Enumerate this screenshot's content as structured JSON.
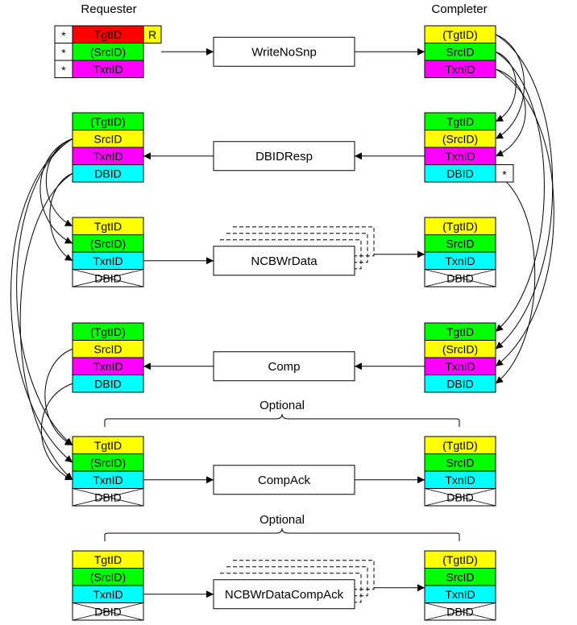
{
  "headers": {
    "requester": "Requester",
    "completer": "Completer"
  },
  "colors": {
    "red": "#ff0000",
    "green": "#00ff00",
    "yellow": "#ffff00",
    "magenta": "#ff00ff",
    "cyan": "#00ffff",
    "white": "#ffffff"
  },
  "markers": {
    "star": "*",
    "r": "R"
  },
  "optional_label": "Optional",
  "rows": [
    {
      "message": "WriteNoSnp",
      "direction": "to-completer",
      "multi": false,
      "requester": [
        {
          "label": "TgtID",
          "color": "red"
        },
        {
          "label": "(SrcID)",
          "color": "green"
        },
        {
          "label": "TxnID",
          "color": "magenta"
        }
      ],
      "requester_stars": [
        0,
        1,
        2
      ],
      "requester_r": true,
      "completer": [
        {
          "label": "(TgtID)",
          "color": "yellow"
        },
        {
          "label": "SrcID",
          "color": "green"
        },
        {
          "label": "TxnID",
          "color": "magenta"
        }
      ]
    },
    {
      "message": "DBIDResp",
      "direction": "to-requester",
      "multi": false,
      "requester": [
        {
          "label": "(TgtID)",
          "color": "green"
        },
        {
          "label": "SrcID",
          "color": "yellow"
        },
        {
          "label": "TxnID",
          "color": "magenta"
        },
        {
          "label": "DBID",
          "color": "cyan"
        }
      ],
      "completer": [
        {
          "label": "TgtID",
          "color": "green"
        },
        {
          "label": "(SrcID)",
          "color": "yellow"
        },
        {
          "label": "TxnID",
          "color": "magenta"
        },
        {
          "label": "DBID",
          "color": "cyan"
        }
      ],
      "completer_star_on_field": 3
    },
    {
      "message": "NCBWrData",
      "direction": "to-completer",
      "multi": true,
      "requester": [
        {
          "label": "TgtID",
          "color": "yellow"
        },
        {
          "label": "(SrcID)",
          "color": "green"
        },
        {
          "label": "TxnID",
          "color": "cyan"
        },
        {
          "label": "DBID",
          "color": "white",
          "crossed": true
        }
      ],
      "completer": [
        {
          "label": "(TgtID)",
          "color": "yellow"
        },
        {
          "label": "SrcID",
          "color": "green"
        },
        {
          "label": "TxnID",
          "color": "cyan"
        },
        {
          "label": "DBID",
          "color": "white",
          "crossed": true
        }
      ]
    },
    {
      "message": "Comp",
      "direction": "to-requester",
      "multi": false,
      "requester": [
        {
          "label": "(TgtID)",
          "color": "green"
        },
        {
          "label": "SrcID",
          "color": "yellow"
        },
        {
          "label": "TxnID",
          "color": "magenta"
        },
        {
          "label": "DBID",
          "color": "cyan"
        }
      ],
      "completer": [
        {
          "label": "TgtID",
          "color": "green"
        },
        {
          "label": "(SrcID)",
          "color": "yellow"
        },
        {
          "label": "TxnID",
          "color": "magenta"
        },
        {
          "label": "DBID",
          "color": "cyan"
        }
      ]
    },
    {
      "message": "CompAck",
      "direction": "to-completer",
      "multi": false,
      "optional": true,
      "requester": [
        {
          "label": "TgtID",
          "color": "yellow"
        },
        {
          "label": "(SrcID)",
          "color": "green"
        },
        {
          "label": "TxnID",
          "color": "cyan"
        },
        {
          "label": "DBID",
          "color": "white",
          "crossed": true
        }
      ],
      "completer": [
        {
          "label": "(TgtID)",
          "color": "yellow"
        },
        {
          "label": "SrcID",
          "color": "green"
        },
        {
          "label": "TxnID",
          "color": "cyan"
        },
        {
          "label": "DBID",
          "color": "white",
          "crossed": true
        }
      ]
    },
    {
      "message": "NCBWrDataCompAck",
      "direction": "to-completer",
      "multi": true,
      "optional": true,
      "requester": [
        {
          "label": "TgtID",
          "color": "yellow"
        },
        {
          "label": "(SrcID)",
          "color": "green"
        },
        {
          "label": "TxnID",
          "color": "cyan"
        },
        {
          "label": "DBID",
          "color": "white",
          "crossed": true
        }
      ],
      "completer": [
        {
          "label": "(TgtID)",
          "color": "yellow"
        },
        {
          "label": "SrcID",
          "color": "green"
        },
        {
          "label": "TxnID",
          "color": "cyan"
        },
        {
          "label": "DBID",
          "color": "white",
          "crossed": true
        }
      ]
    }
  ],
  "connections": [
    {
      "from": "c0.1",
      "to": "c1.0"
    },
    {
      "from": "c0.0",
      "to": "c1.1"
    },
    {
      "from": "c0.2",
      "to": "c1.2"
    },
    {
      "from": "c0.1",
      "to": "c3.0"
    },
    {
      "from": "c0.0",
      "to": "c3.1"
    },
    {
      "from": "c0.2",
      "to": "c3.2"
    },
    {
      "from": "c1.3",
      "to": "c3.3"
    },
    {
      "from": "r1.1",
      "to": "r2.0"
    },
    {
      "from": "r1.1",
      "to": "r2.1"
    },
    {
      "from": "r1.3",
      "to": "r2.2"
    },
    {
      "from": "r1.1",
      "to": "r4.0"
    },
    {
      "from": "r1.1",
      "to": "r4.1"
    },
    {
      "from": "r1.3",
      "to": "r4.2"
    },
    {
      "from": "r3.1",
      "to": "r4.0"
    },
    {
      "from": "r3.3",
      "to": "r4.2"
    }
  ]
}
